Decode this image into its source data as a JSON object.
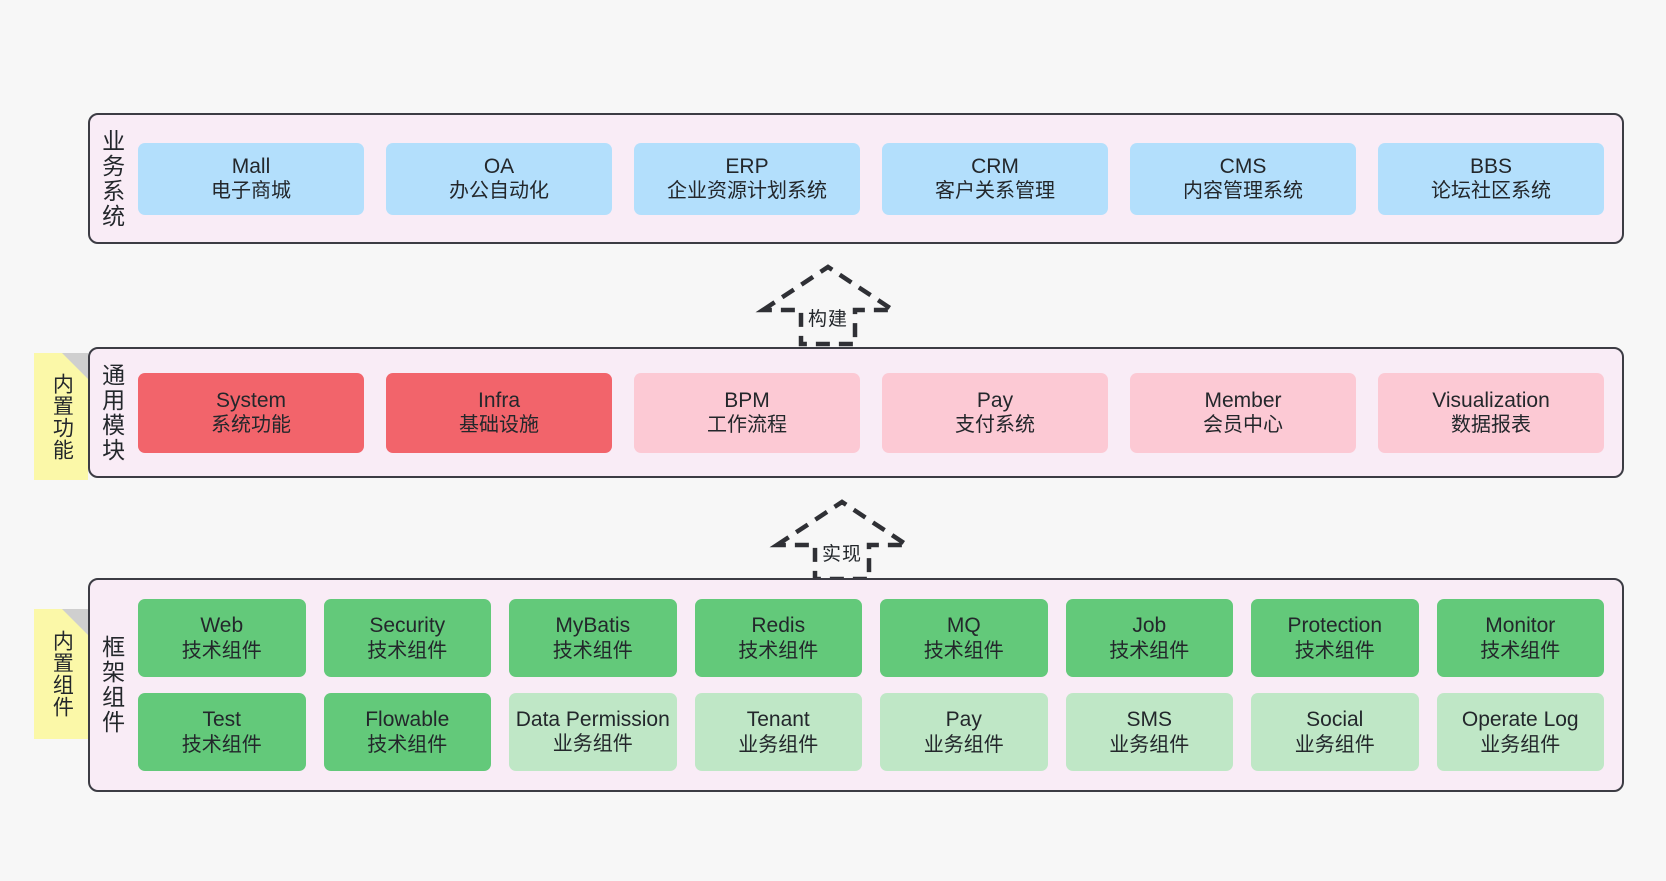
{
  "canvas": {
    "background": "#f7f7f7"
  },
  "palette": {
    "section_bg": "#f9ecf6",
    "section_border": "#3c3c44",
    "business_box": "#b3dffc",
    "module_core": "#f2646b",
    "module_optional": "#fcc9d4",
    "framework_tech": "#63c97a",
    "framework_biz": "#bfe7c6",
    "sticky_note": "#fbf8a8",
    "text": "#23272b"
  },
  "sections": [
    {
      "id": "business-system",
      "label": "业务系统",
      "rows": [
        [
          {
            "en": "Mall",
            "cn": "电子商城",
            "color": "#b3dffc"
          },
          {
            "en": "OA",
            "cn": "办公自动化",
            "color": "#b3dffc"
          },
          {
            "en": "ERP",
            "cn": "企业资源计划系统",
            "color": "#b3dffc"
          },
          {
            "en": "CRM",
            "cn": "客户关系管理",
            "color": "#b3dffc"
          },
          {
            "en": "CMS",
            "cn": "内容管理系统",
            "color": "#b3dffc"
          },
          {
            "en": "BBS",
            "cn": "论坛社区系统",
            "color": "#b3dffc"
          }
        ]
      ]
    },
    {
      "id": "common-module",
      "label": "通用模块",
      "sticky": "内置功能",
      "rows": [
        [
          {
            "en": "System",
            "cn": "系统功能",
            "color": "#f2646b"
          },
          {
            "en": "Infra",
            "cn": "基础设施",
            "color": "#f2646b"
          },
          {
            "en": "BPM",
            "cn": "工作流程",
            "color": "#fcc9d4"
          },
          {
            "en": "Pay",
            "cn": "支付系统",
            "color": "#fcc9d4"
          },
          {
            "en": "Member",
            "cn": "会员中心",
            "color": "#fcc9d4"
          },
          {
            "en": "Visualization",
            "cn": "数据报表",
            "color": "#fcc9d4"
          }
        ]
      ]
    },
    {
      "id": "framework-component",
      "label": "框架组件",
      "sticky": "内置组件",
      "rows": [
        [
          {
            "en": "Web",
            "cn": "技术组件",
            "color": "#63c97a"
          },
          {
            "en": "Security",
            "cn": "技术组件",
            "color": "#63c97a"
          },
          {
            "en": "MyBatis",
            "cn": "技术组件",
            "color": "#63c97a"
          },
          {
            "en": "Redis",
            "cn": "技术组件",
            "color": "#63c97a"
          },
          {
            "en": "MQ",
            "cn": "技术组件",
            "color": "#63c97a"
          },
          {
            "en": "Job",
            "cn": "技术组件",
            "color": "#63c97a"
          },
          {
            "en": "Protection",
            "cn": "技术组件",
            "color": "#63c97a"
          },
          {
            "en": "Monitor",
            "cn": "技术组件",
            "color": "#63c97a"
          }
        ],
        [
          {
            "en": "Test",
            "cn": "技术组件",
            "color": "#63c97a"
          },
          {
            "en": "Flowable",
            "cn": "技术组件",
            "color": "#63c97a"
          },
          {
            "en": "Data Permission",
            "cn": "业务组件",
            "color": "#bfe7c6"
          },
          {
            "en": "Tenant",
            "cn": "业务组件",
            "color": "#bfe7c6"
          },
          {
            "en": "Pay",
            "cn": "业务组件",
            "color": "#bfe7c6"
          },
          {
            "en": "SMS",
            "cn": "业务组件",
            "color": "#bfe7c6"
          },
          {
            "en": "Social",
            "cn": "业务组件",
            "color": "#bfe7c6"
          },
          {
            "en": "Operate Log",
            "cn": "业务组件",
            "color": "#bfe7c6"
          }
        ]
      ]
    }
  ],
  "connectors": [
    {
      "id": "build-arrow",
      "label": "构建",
      "direction": "up"
    },
    {
      "id": "implement-arrow",
      "label": "实现",
      "direction": "up"
    }
  ]
}
